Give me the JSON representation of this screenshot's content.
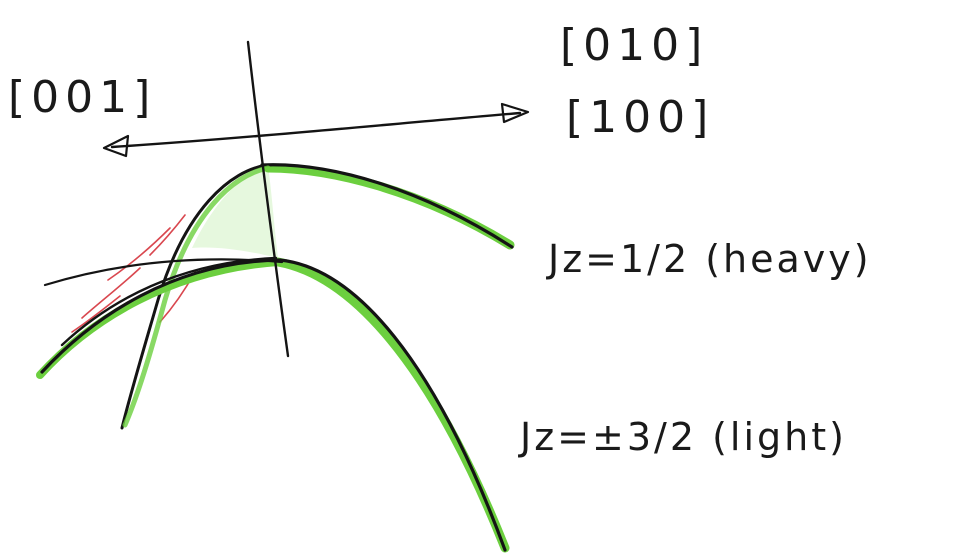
{
  "labels": {
    "axis_010": "[010]",
    "axis_001": "[001]",
    "axis_100": "[100]",
    "heavy_band": "J<sub>z</sub>=1/2 (heavy)",
    "heavy_band_text": "Jz=1/2  (heavy)",
    "light_band_text": "Jz=±3/2  (light)"
  },
  "colors": {
    "ink": "#141414",
    "band_fill": "#6ccf3f",
    "shaded_region": "#e6f8de",
    "warping_marks": "#d9474f"
  }
}
